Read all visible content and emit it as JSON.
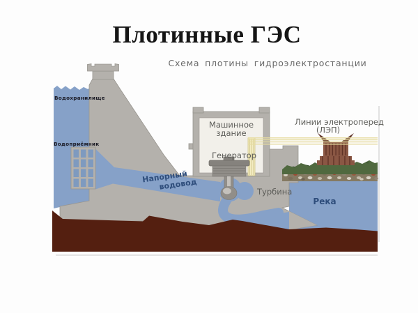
{
  "slide": {
    "title": "Плотинные ГЭС",
    "subtitle": "Схема плотины гидроэлектростанции"
  },
  "diagram": {
    "labels": {
      "reservoir": "Водохранилище",
      "intake": "Водоприёмник",
      "machine_hall_line1": "Машинное",
      "machine_hall_line2": "здание",
      "generator": "Генератор",
      "penstock_line1": "Напорный",
      "penstock_line2": "водовод",
      "turbine": "Турбина",
      "river": "Река",
      "power_lines_line1": "Линии электроперед",
      "power_lines_line2": "(ЛЭП)"
    }
  },
  "colors": {
    "title_color": "#151515",
    "subtitle_color": "#6a6a6a",
    "label_gray": "#5d5d59",
    "label_navy": "#2e4d7b",
    "label_dark": "#1a1a24",
    "water": "#86a1c8",
    "concrete": "#b4b1ac",
    "concrete_edge": "#98958f",
    "interior": "#f2f0ea",
    "ground": "#541f10",
    "grass": "#50693f",
    "rocks_band": "#857a62",
    "pylon": "#8a5744",
    "pylon_dark": "#5e3226",
    "wire": "#e6dca0",
    "wire_dark": "#cfc489",
    "cable_fill": "#f3ecc2",
    "border_faint": "#dcdcdc"
  }
}
